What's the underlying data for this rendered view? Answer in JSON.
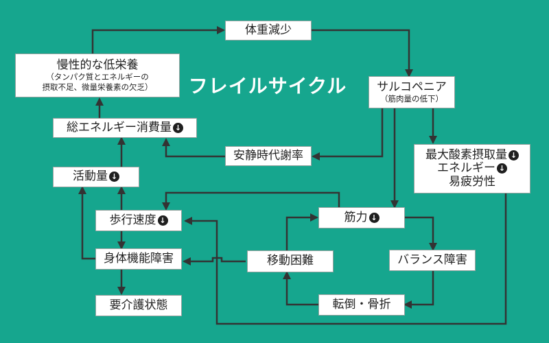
{
  "title": "フレイルサイクル",
  "down_icon": "down-arrow-circle-icon",
  "colors": {
    "background": "#16A68E",
    "line": "#333333",
    "box": "#FFFFFF"
  },
  "nodes": {
    "weight_loss": "体重減少",
    "malnutrition": {
      "main": "慢性的な低栄養",
      "sub1": "（タンパク質とエネルギーの",
      "sub2": "摂取不足、微量栄養素の欠乏）"
    },
    "sarcopenia": {
      "main": "サルコペニア",
      "sub": "（筋肉量の低下）"
    },
    "total_energy": "総エネルギー消費量",
    "resting_metabolism": "安静時代謝率",
    "max_oxygen": {
      "line1": "最大酸素摂取量",
      "line2": "エネルギー",
      "line3": "易疲労性"
    },
    "activity": "活動量",
    "walking_speed": "歩行速度",
    "muscle_strength": "筋力",
    "physical_dysfunction": "身体機能障害",
    "mobility_difficulty": "移動困難",
    "balance_disorder": "バランス障害",
    "care_needed": "要介護状態",
    "falls_fractures": "転倒・骨折"
  }
}
